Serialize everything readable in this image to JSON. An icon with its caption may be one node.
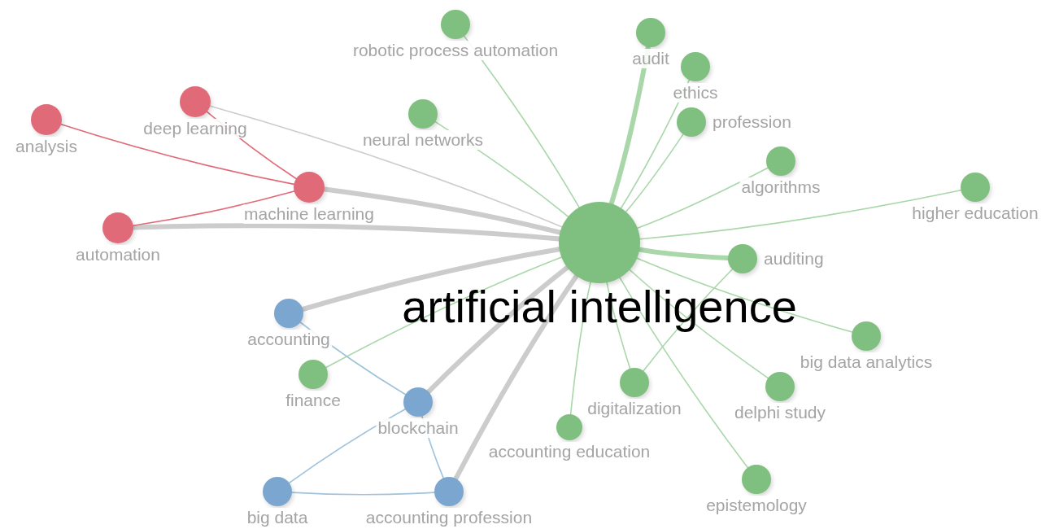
{
  "diagram": {
    "nodes": [
      {
        "text": [
          "artificial intelligence"
        ]
      },
      {
        "text": [
          "robotic process automation"
        ]
      },
      {
        "text": [
          "audit"
        ]
      },
      {
        "text": [
          "ethics"
        ]
      },
      {
        "text": [
          "deep learning"
        ]
      },
      {
        "text": [
          "analysis"
        ]
      },
      {
        "text": [
          "neural networks"
        ]
      },
      {
        "text": [
          "algorithms"
        ]
      },
      {
        "text": [
          "profession"
        ]
      },
      {
        "text": [
          "automation"
        ]
      },
      {
        "text": [
          "machine learning"
        ]
      },
      {
        "text": [
          "higher education"
        ]
      },
      {
        "text": [
          "auditing"
        ]
      },
      {
        "text": [
          "accounting"
        ]
      },
      {
        "text": [
          "accounting education"
        ]
      },
      {
        "text": [
          "big data analytics"
        ]
      },
      {
        "text": [
          "finance"
        ]
      },
      {
        "text": [
          "digitalization"
        ]
      },
      {
        "text": [
          "delphi study"
        ]
      },
      {
        "text": [
          "blockchain"
        ]
      },
      {
        "text": [
          "epistemology"
        ]
      },
      {
        "text": [
          "big data"
        ]
      },
      {
        "text": [
          "accounting profession"
        ]
      }
    ],
    "edges": [
      {
        "from": 0,
        "to": 1,
        "arrow": "none"
      },
      {
        "from": 0,
        "to": 2,
        "arrow": "none",
        "style": "thick"
      },
      {
        "from": 0,
        "to": 3,
        "arrow": "none"
      },
      {
        "from": 0,
        "to": 4,
        "arrow": "none",
        "color": "#cccccc"
      },
      {
        "from": 0,
        "to": 6,
        "arrow": "none"
      },
      {
        "from": 0,
        "to": 7,
        "arrow": "none"
      },
      {
        "from": 0,
        "to": 8,
        "arrow": "none"
      },
      {
        "from": 0,
        "to": 9,
        "arrow": "none",
        "style": "thick",
        "color": "#cccccc"
      },
      {
        "from": 0,
        "to": 10,
        "arrow": "none",
        "style": "thick",
        "color": "#cccccc"
      },
      {
        "from": 0,
        "to": 11,
        "arrow": "none"
      },
      {
        "from": 0,
        "to": 12,
        "arrow": "none",
        "style": "thick"
      },
      {
        "from": 0,
        "to": 13,
        "arrow": "none",
        "style": "thick",
        "color": "#cccccc"
      },
      {
        "from": 0,
        "to": 14,
        "arrow": "none"
      },
      {
        "from": 0,
        "to": 15,
        "arrow": "none"
      },
      {
        "from": 0,
        "to": 16,
        "arrow": "none"
      },
      {
        "from": 0,
        "to": 17,
        "arrow": "none"
      },
      {
        "from": 0,
        "to": 18,
        "arrow": "none"
      },
      {
        "from": 0,
        "to": 19,
        "arrow": "none",
        "style": "thick",
        "color": "#cccccc"
      },
      {
        "from": 0,
        "to": 20,
        "arrow": "none"
      },
      {
        "from": 0,
        "to": 22,
        "arrow": "none",
        "style": "thick",
        "color": "#cccccc"
      },
      {
        "from": 5,
        "to": 10,
        "arrow": "none",
        "color": "#e06a78"
      },
      {
        "from": 9,
        "to": 10,
        "arrow": "none",
        "color": "#e06a78"
      },
      {
        "from": 4,
        "to": 10,
        "arrow": "none",
        "color": "#e06a78"
      },
      {
        "from": 13,
        "to": 19,
        "arrow": "none",
        "color": "#9fc3dc"
      },
      {
        "from": 19,
        "to": 21,
        "arrow": "none",
        "color": "#9fc3dc"
      },
      {
        "from": 21,
        "to": 22,
        "arrow": "none",
        "color": "#9fc3dc"
      },
      {
        "from": 19,
        "to": 22,
        "arrow": "none",
        "color": "#9fc3dc"
      },
      {
        "from": 12,
        "to": 17,
        "arrow": "none"
      }
    ]
  }
}
